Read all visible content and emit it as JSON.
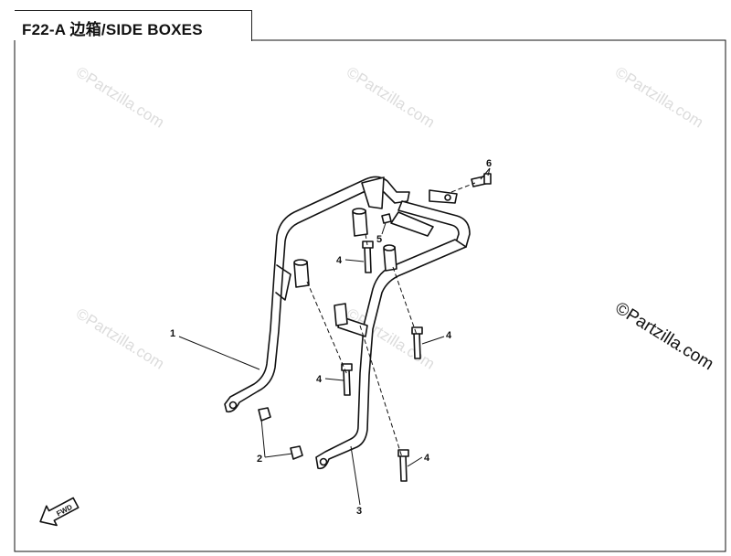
{
  "header": {
    "title": "F22-A  边箱/SIDE BOXES"
  },
  "watermarks": {
    "small": "©Partzilla.com",
    "large": "©Partzilla.com"
  },
  "callouts": [
    "1",
    "2",
    "3",
    "4",
    "4",
    "4",
    "4",
    "5",
    "6"
  ],
  "fwd_label": "FWD"
}
